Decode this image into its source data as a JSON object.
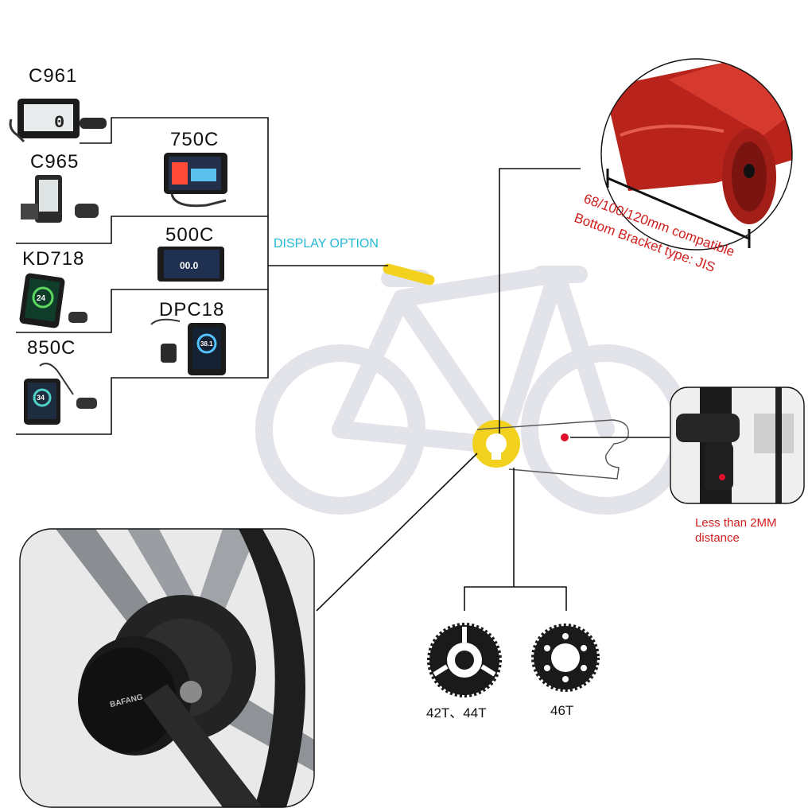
{
  "display_option_label": "DISPLAY OPTION",
  "displays": [
    {
      "model": "C961",
      "screen_text": "0"
    },
    {
      "model": "750C",
      "screen_text": ""
    },
    {
      "model": "C965",
      "screen_text": ""
    },
    {
      "model": "500C",
      "screen_text": "00.0"
    },
    {
      "model": "KD718",
      "screen_text": "24"
    },
    {
      "model": "DPC18",
      "screen_text": "38.1"
    },
    {
      "model": "850C",
      "screen_text": "34"
    }
  ],
  "bottom_bracket": {
    "line1": "68/100/120mm compatible",
    "line2": "Bottom Bracket type: JIS"
  },
  "sensor_note": {
    "line1": "Less than 2MM",
    "line2": "distance"
  },
  "chainrings": [
    {
      "label": "42T、44T"
    },
    {
      "label": "46T"
    }
  ],
  "motor_brand": "BAFANG",
  "colors": {
    "accent_cyan": "#22b8d6",
    "highlight_yellow": "#f2d21e",
    "note_red": "#d0201e",
    "frame_red": "#b8241c"
  }
}
